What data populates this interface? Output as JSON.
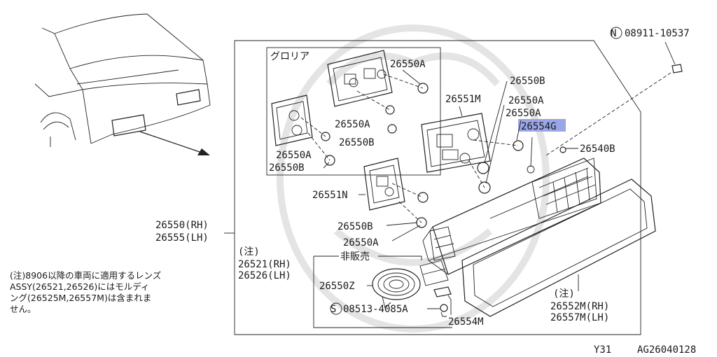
{
  "subgroup_title": "グロリア",
  "not_for_sale": "非販売",
  "parts": {
    "p26550A_1": "26550A",
    "p26550A_2": "26550A",
    "p26550A_3": "26550A",
    "p26550A_4": "26550A",
    "p26550A_5": "26550A",
    "p26550A_6": "26550A",
    "p26550B_1": "26550B",
    "p26550B_2": "26550B",
    "p26550B_3": "26550B",
    "p26550B_4": "26550B",
    "p26551M": "26551M",
    "p26551N": "26551N",
    "p26554G": "26554G",
    "p26540B": "26540B",
    "p26550Z": "26550Z",
    "p26554M": "26554M",
    "clip": "08911-10537",
    "screw": "08513-4085A"
  },
  "assembly_rh": "26550(RH)",
  "assembly_lh": "26555(LH)",
  "lens_note": "(注)",
  "lens_rh": "26521(RH)",
  "lens_lh": "26526(LH)",
  "mold_note": "(注)",
  "mold_rh": "26552M(RH)",
  "mold_lh": "26557M(LH)",
  "clip_prefix": "N",
  "screw_prefix": "S",
  "footnote": "(注)8906以降の車両に適用するレンズ\n    ASSY(26521,26526)にはモルディ\n    ング(26525M,26557M)は含まれま\n    せん。",
  "code_left": "Y31",
  "code_right": "AG26040128",
  "colors": {
    "highlight": "#9aa6e6",
    "line": "#222222"
  }
}
